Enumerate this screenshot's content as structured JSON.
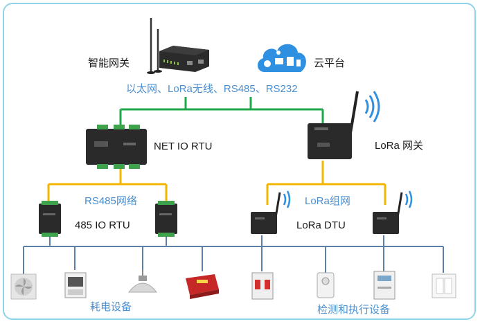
{
  "labels": {
    "gateway": "智能网关",
    "cloud": "云平台",
    "uplink": "以太网、LoRa无线、RS485、RS232",
    "net_io_rtu": "NET IO RTU",
    "lora_gateway": "LoRa 网关",
    "rs485_net": "RS485网络",
    "io_rtu_485": "485 IO RTU",
    "lora_net": "LoRa组网",
    "lora_dtu": "LoRa DTU",
    "consumption": "耗电设备",
    "detect_exec": "检测和执行设备"
  },
  "colors": {
    "green_line": "#1ea84a",
    "yellow_line": "#f2b600",
    "blue_line": "#5b7fa6",
    "blue_text": "#4a8fd0",
    "frame": "#8fd3e8",
    "cloud": "#2f8fe0"
  },
  "icons": {
    "gateway": "router-antenna-icon",
    "cloud": "cloud-platform-icon",
    "wifi": "wireless-signal-icon",
    "loads": [
      "fan-icon",
      "cabinet-icon",
      "ceiling-lamp-icon",
      "heater-icon"
    ],
    "field": [
      "circuit-breaker-icon",
      "motion-sensor-icon",
      "electric-meter-icon",
      "wall-switch-icon"
    ]
  }
}
